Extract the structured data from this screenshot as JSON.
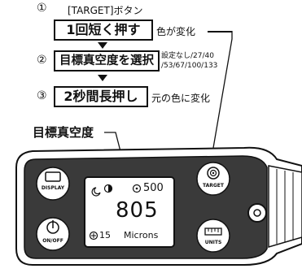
{
  "steps": [
    {
      "num": "①",
      "heading": "[TARGET]ボタン",
      "box": "1回短く押す",
      "note": "色が変化"
    },
    {
      "num": "②",
      "box": "目標真空度を選択",
      "note_line1": "設定なし/27/40",
      "note_line2": "/53/67/100/133"
    },
    {
      "num": "③",
      "box": "2秒間長押し",
      "note": "元の色に変化"
    }
  ],
  "callout": "目標真空度",
  "device": {
    "buttons": {
      "display": "DISPLAY",
      "onoff": "ON/OFF",
      "target": "TARGET",
      "units": "UNITS"
    },
    "lcd": {
      "target_value": "500",
      "reading": "805",
      "timer": "15",
      "units": "Microns"
    }
  }
}
